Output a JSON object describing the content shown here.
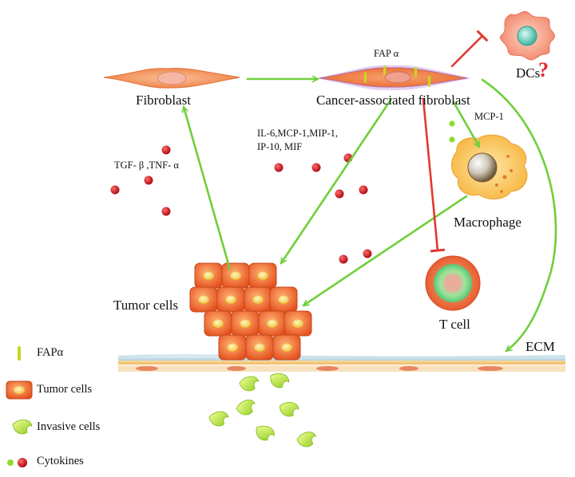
{
  "labels": {
    "fibroblast": "Fibroblast",
    "caf": "Cancer-associated fibroblast",
    "fap_alpha": "FAP α",
    "dcs": "DCs",
    "dcs_unknown": "?",
    "mcp1": "MCP-1",
    "cytokine_list_line1": "IL-6,MCP-1,MIP-1,",
    "cytokine_list_line2": "IP-10, MIF",
    "tgf_tnf": "TGF- β ,TNF- α",
    "macrophage": "Macrophage",
    "tumor_cells": "Tumor cells",
    "t_cell": "T cell",
    "ecm": "ECM"
  },
  "legend": [
    {
      "icon": "fap-alpha-marker-icon",
      "label": "FAPα"
    },
    {
      "icon": "tumor-cell-icon",
      "label": "Tumor cells"
    },
    {
      "icon": "invasive-cell-icon",
      "label": "Invasive cells"
    },
    {
      "icon": "cytokine-dots-icon",
      "label": "Cytokines"
    }
  ],
  "colors": {
    "arrow_green": "#6fcf3a",
    "inhibit_red": "#e03a2f",
    "cytokine_red": "#c4161c",
    "cytokine_green": "#8ddb2e",
    "fibroblast_orange": "#f08a4b",
    "tumor_orange": "#f07d2a",
    "membrane_tan": "#f3c98a"
  }
}
